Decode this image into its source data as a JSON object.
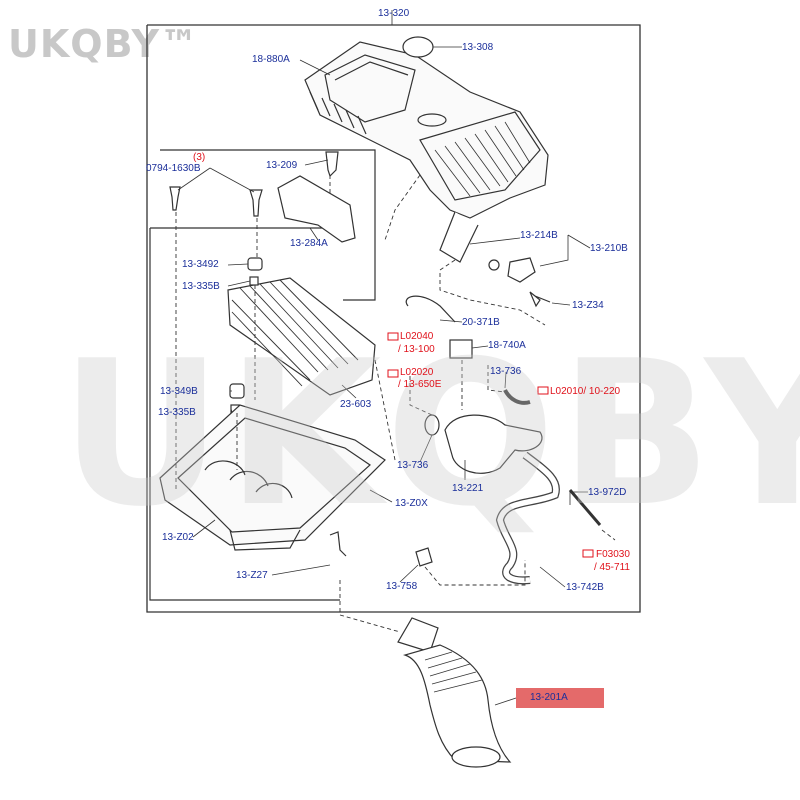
{
  "watermark": "UKQBY™",
  "parts": {
    "p13_320": "13-320",
    "p13_308": "13-308",
    "p18_880A": "18-880A",
    "p0794": "0794-1630B",
    "p_qty3": "(3)",
    "p13_209": "13-209",
    "p13_284A": "13-284A",
    "p13_214B": "13-214B",
    "p13_210B": "13-210B",
    "p13_3492": "13-3492",
    "p13_335B_a": "13-335B",
    "p13_Z34": "13-Z34",
    "p20_371B": "20-371B",
    "pL02040": "L02040",
    "p13_100": "/ 13-100",
    "p18_740A": "18-740A",
    "pL02020": "L02020",
    "p13_650E": "/ 13-650E",
    "p13_736_a": "13-736",
    "pL02010": "L02010/ 10-220",
    "p13_349B": "13-349B",
    "p13_335B_b": "13-335B",
    "p23_603": "23-603",
    "p13_736_b": "13-736",
    "p13_221": "13-221",
    "p13_972D": "13-972D",
    "p13_Z0X": "13-Z0X",
    "p13_Z02": "13-Z02",
    "pF03030": "F03030",
    "p45_711": "/ 45-711",
    "p13_Z27": "13-Z27",
    "p13_758": "13-758",
    "p13_742B": "13-742B",
    "p13_201A": "13-201A"
  },
  "colors": {
    "label": "#1b2f9a",
    "ref": "#e0121b",
    "highlight": "#e46a6a",
    "line": "#333333"
  }
}
